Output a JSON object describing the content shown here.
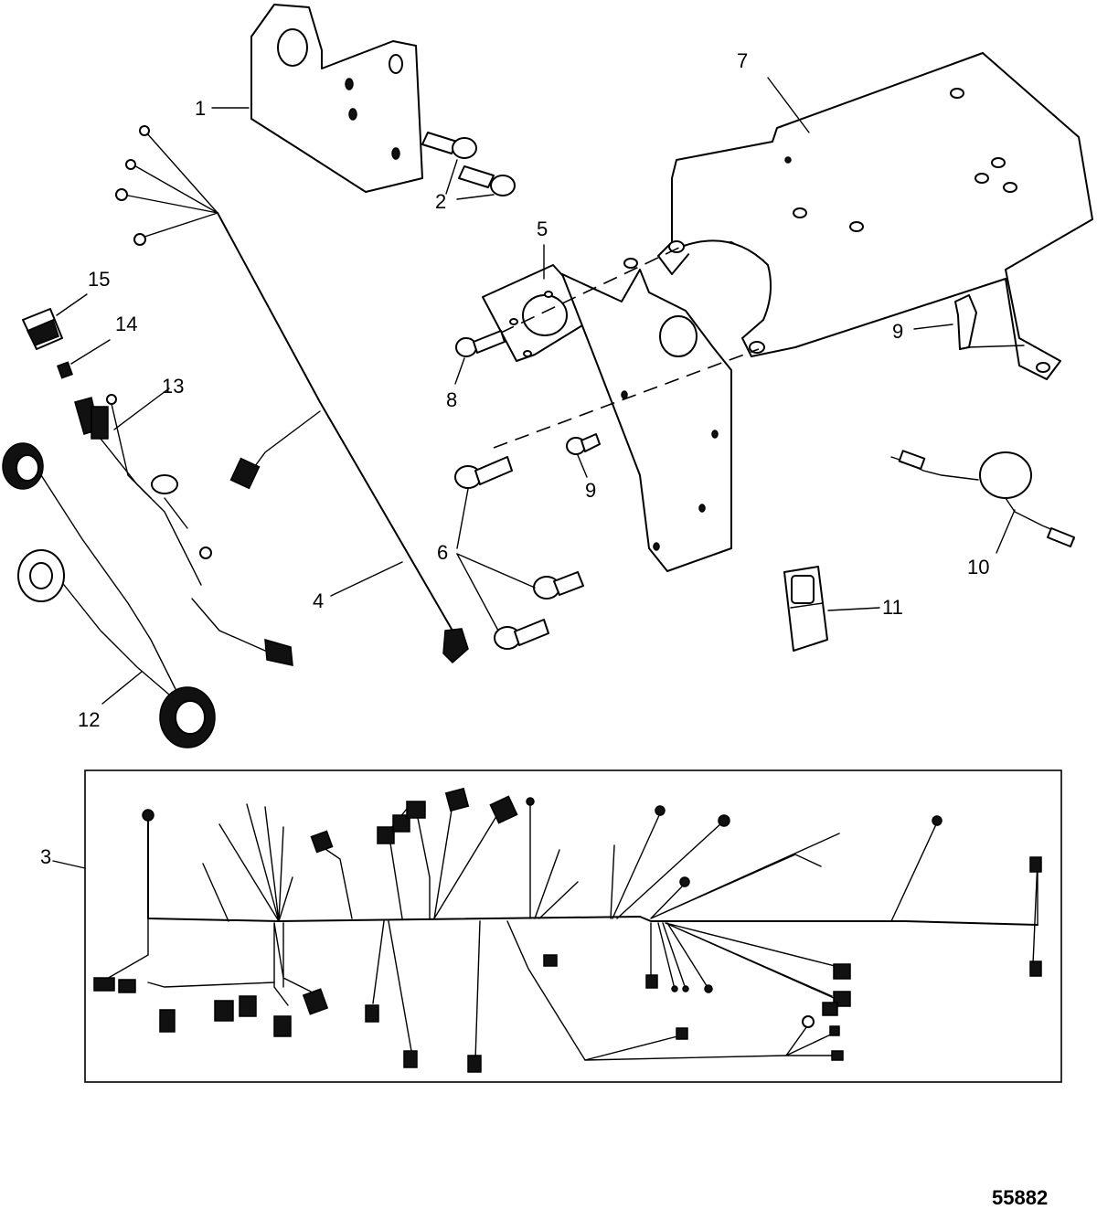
{
  "callouts": {
    "c1": "1",
    "c2": "2",
    "c3": "3",
    "c4": "4",
    "c5": "5",
    "c6": "6",
    "c7": "7",
    "c8": "8",
    "c9a": "9",
    "c9b": "9",
    "c10": "10",
    "c11": "11",
    "c12": "12",
    "c13": "13",
    "c14": "14",
    "c15": "15"
  },
  "figure_number": "55882",
  "colors": {
    "line": "#000000",
    "background": "#ffffff"
  }
}
